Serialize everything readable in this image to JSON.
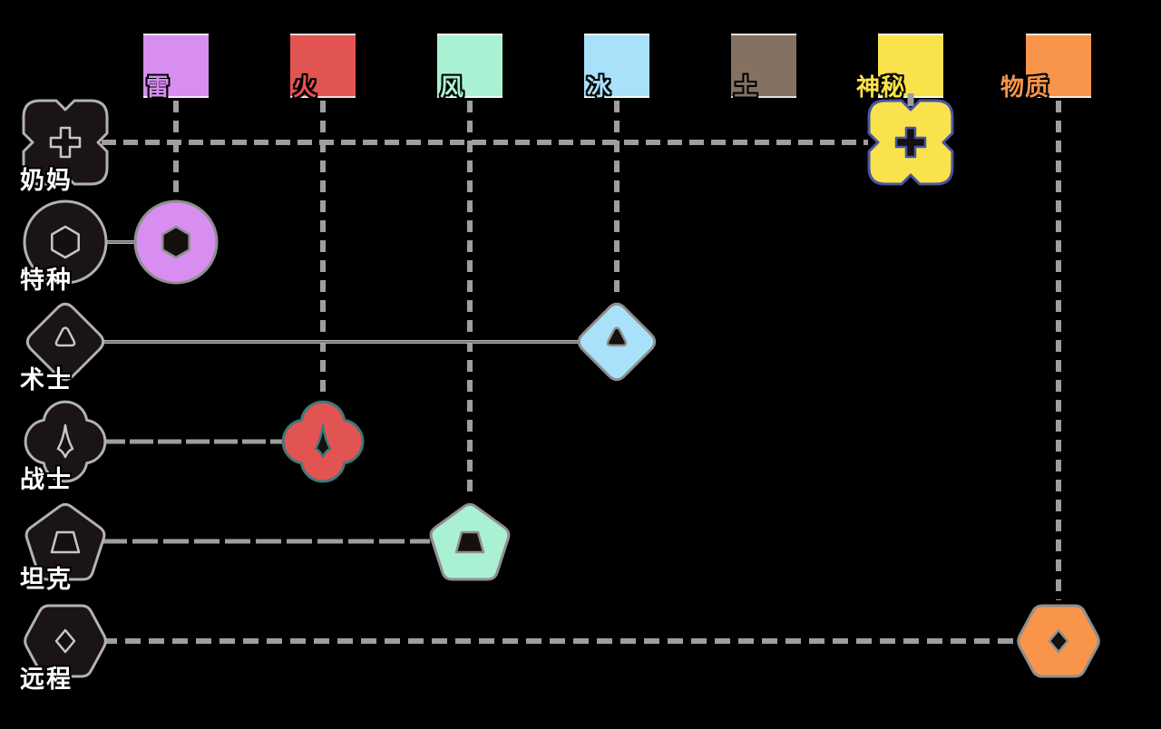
{
  "diagram": {
    "background": "#000000",
    "connector_color": "#9e9e9e",
    "element_fill": "#1a1418",
    "element_outline": "#b2b2b2",
    "hole_outline": "#c6c6c6"
  },
  "columns": [
    {
      "id": "thunder",
      "label": "雷",
      "color": "#d78ef0"
    },
    {
      "id": "fire",
      "label": "火",
      "color": "#e25452"
    },
    {
      "id": "wind",
      "label": "风",
      "color": "#a9f1d2"
    },
    {
      "id": "ice",
      "label": "冰",
      "color": "#a9e1fb"
    },
    {
      "id": "earth",
      "label": "土",
      "color": "#857161"
    },
    {
      "id": "mystic",
      "label": "神秘",
      "color": "#f9e24b"
    },
    {
      "id": "material",
      "label": "物质",
      "color": "#f8954a"
    }
  ],
  "rows": [
    {
      "id": "healer",
      "label": "奶妈",
      "shape": "clover-icon"
    },
    {
      "id": "special",
      "label": "特种",
      "shape": "ring-icon"
    },
    {
      "id": "warlock",
      "label": "术士",
      "shape": "diamond-icon"
    },
    {
      "id": "warrior",
      "label": "战士",
      "shape": "quatrefoil-icon"
    },
    {
      "id": "tank",
      "label": "坦克",
      "shape": "pentagon-icon"
    },
    {
      "id": "ranged",
      "label": "远程",
      "shape": "hexagon-icon"
    }
  ],
  "matches": [
    {
      "row": "healer",
      "row_label": "奶妈",
      "column": "mystic",
      "column_label": "神秘",
      "connector": "dashed",
      "outline": "#4a55a2"
    },
    {
      "row": "special",
      "row_label": "特种",
      "column": "thunder",
      "column_label": "雷",
      "connector": "solid",
      "outline": "#8f8f8f"
    },
    {
      "row": "warlock",
      "row_label": "术士",
      "column": "ice",
      "column_label": "冰",
      "connector": "solid",
      "outline": "#8f8f8f"
    },
    {
      "row": "warrior",
      "row_label": "战士",
      "column": "fire",
      "column_label": "火",
      "connector": "dashed",
      "outline": "#40787b"
    },
    {
      "row": "tank",
      "row_label": "坦克",
      "column": "wind",
      "column_label": "风",
      "connector": "dashed",
      "outline": "#8f8f8f"
    },
    {
      "row": "ranged",
      "row_label": "远程",
      "column": "material",
      "column_label": "物质",
      "connector": "dashed",
      "outline": "#8f8f8f"
    }
  ]
}
